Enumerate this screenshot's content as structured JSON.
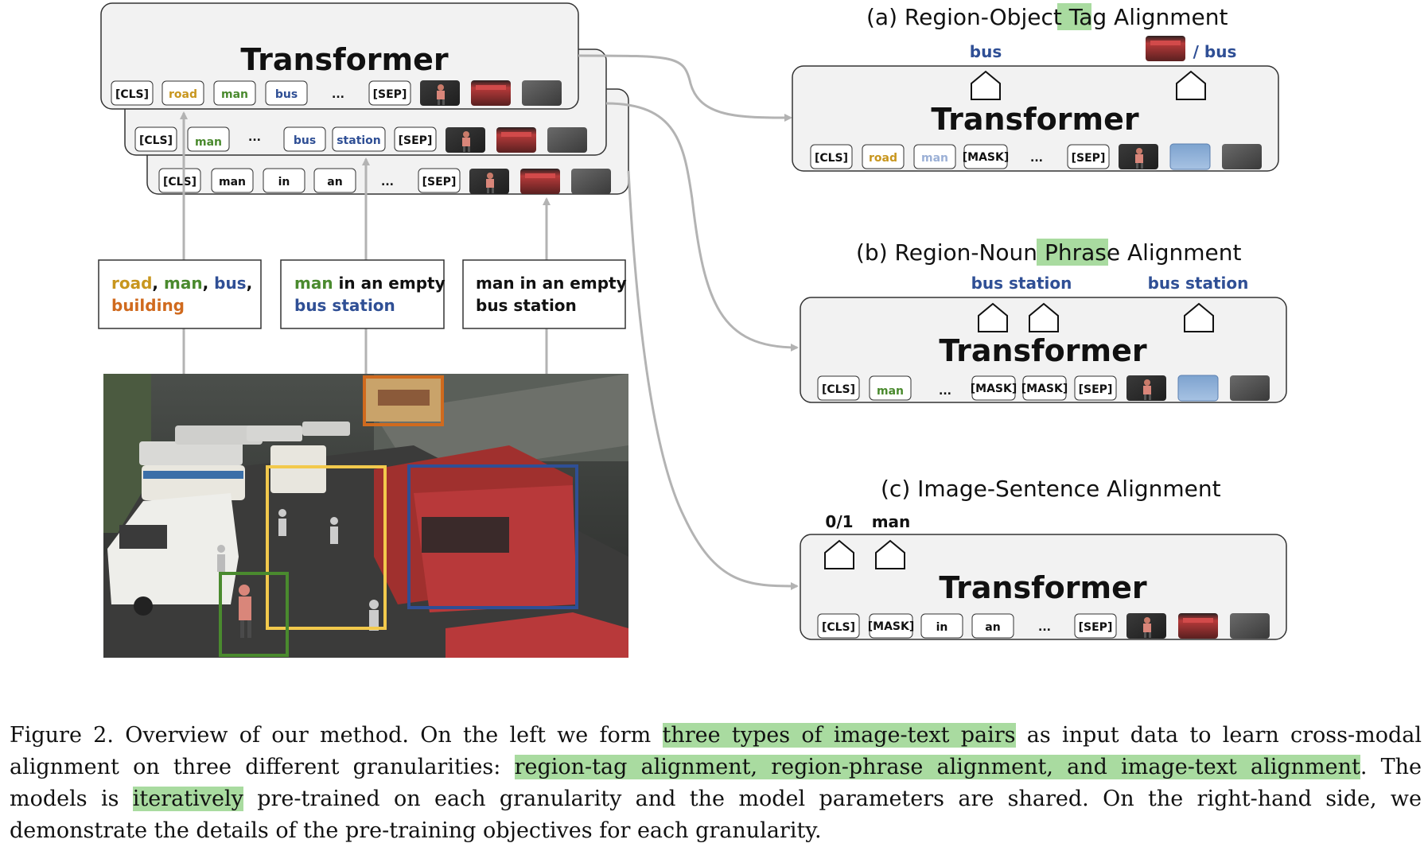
{
  "left": {
    "stack_title": "Transformer",
    "stack1_tokens": [
      "[CLS]",
      "road",
      "man",
      "bus",
      "...",
      "[SEP]"
    ],
    "stack2_tokens": [
      "[CLS]",
      "man",
      "...",
      "bus",
      "station",
      "[SEP]"
    ],
    "stack3_tokens": [
      "[CLS]",
      "man",
      "in",
      "an",
      "...",
      "[SEP]"
    ],
    "captions": {
      "c1": {
        "w1": "road",
        "s1": ", ",
        "w2": "man",
        "s2": ", ",
        "w3": "bus",
        "s3": ",",
        "w4": "building"
      },
      "c2": {
        "w1": "man",
        "rest1": " in an empty",
        "w2": "bus station"
      },
      "c3": {
        "line1": "man in an empty",
        "line2": "bus station"
      }
    }
  },
  "panels": {
    "a": {
      "title_pre": "(a) Region-Object ",
      "title_hl": "Tag",
      "title_post": " Alignment",
      "label1": "bus",
      "label2": "/ bus",
      "transformer": "Transformer",
      "tokens": [
        "[CLS]",
        "road",
        "man",
        "[MASK]",
        "...",
        "[SEP]"
      ]
    },
    "b": {
      "title_pre": "(b) Region-Noun ",
      "title_hl": "Phrase",
      "title_post": " Alignment",
      "label1": "bus station",
      "label2": "bus station",
      "transformer": "Transformer",
      "tokens": [
        "[CLS]",
        "man",
        "...",
        "[MASK]",
        "[MASK]",
        "[SEP]"
      ]
    },
    "c": {
      "title": "(c) Image-Sentence Alignment",
      "label1": "0/1",
      "label2": "man",
      "transformer": "Transformer",
      "tokens": [
        "[CLS]",
        "[MASK]",
        "in",
        "an",
        "...",
        "[SEP]"
      ]
    }
  },
  "colors": {
    "road": "#c8961e",
    "man": "#4a8a2e",
    "bus": "#2f4f95",
    "building": "#d06a1e",
    "highlight": "#a9dba0",
    "panel_fill": "#f2f2f2",
    "arrow": "#b3b3b3",
    "box_orange": "#d06a1e",
    "box_yellow": "#f2c94c",
    "box_blue": "#2f4f95",
    "box_green": "#4a8a2e"
  },
  "caption": {
    "p1": "Figure 2. Overview of our method. On the left we form ",
    "h1": "three types of image-text pairs",
    "p2": " as input data to learn cross-modal alignment on three different granularities: ",
    "h2": "region-tag alignment, region-phrase alignment, and image-text alignment",
    "p3": ". The models is ",
    "h3": "iteratively",
    "p4": " pre-trained on each granularity and the model parameters are shared. On the right-hand side, we demonstrate the details of the pre-training objectives for each granularity."
  }
}
